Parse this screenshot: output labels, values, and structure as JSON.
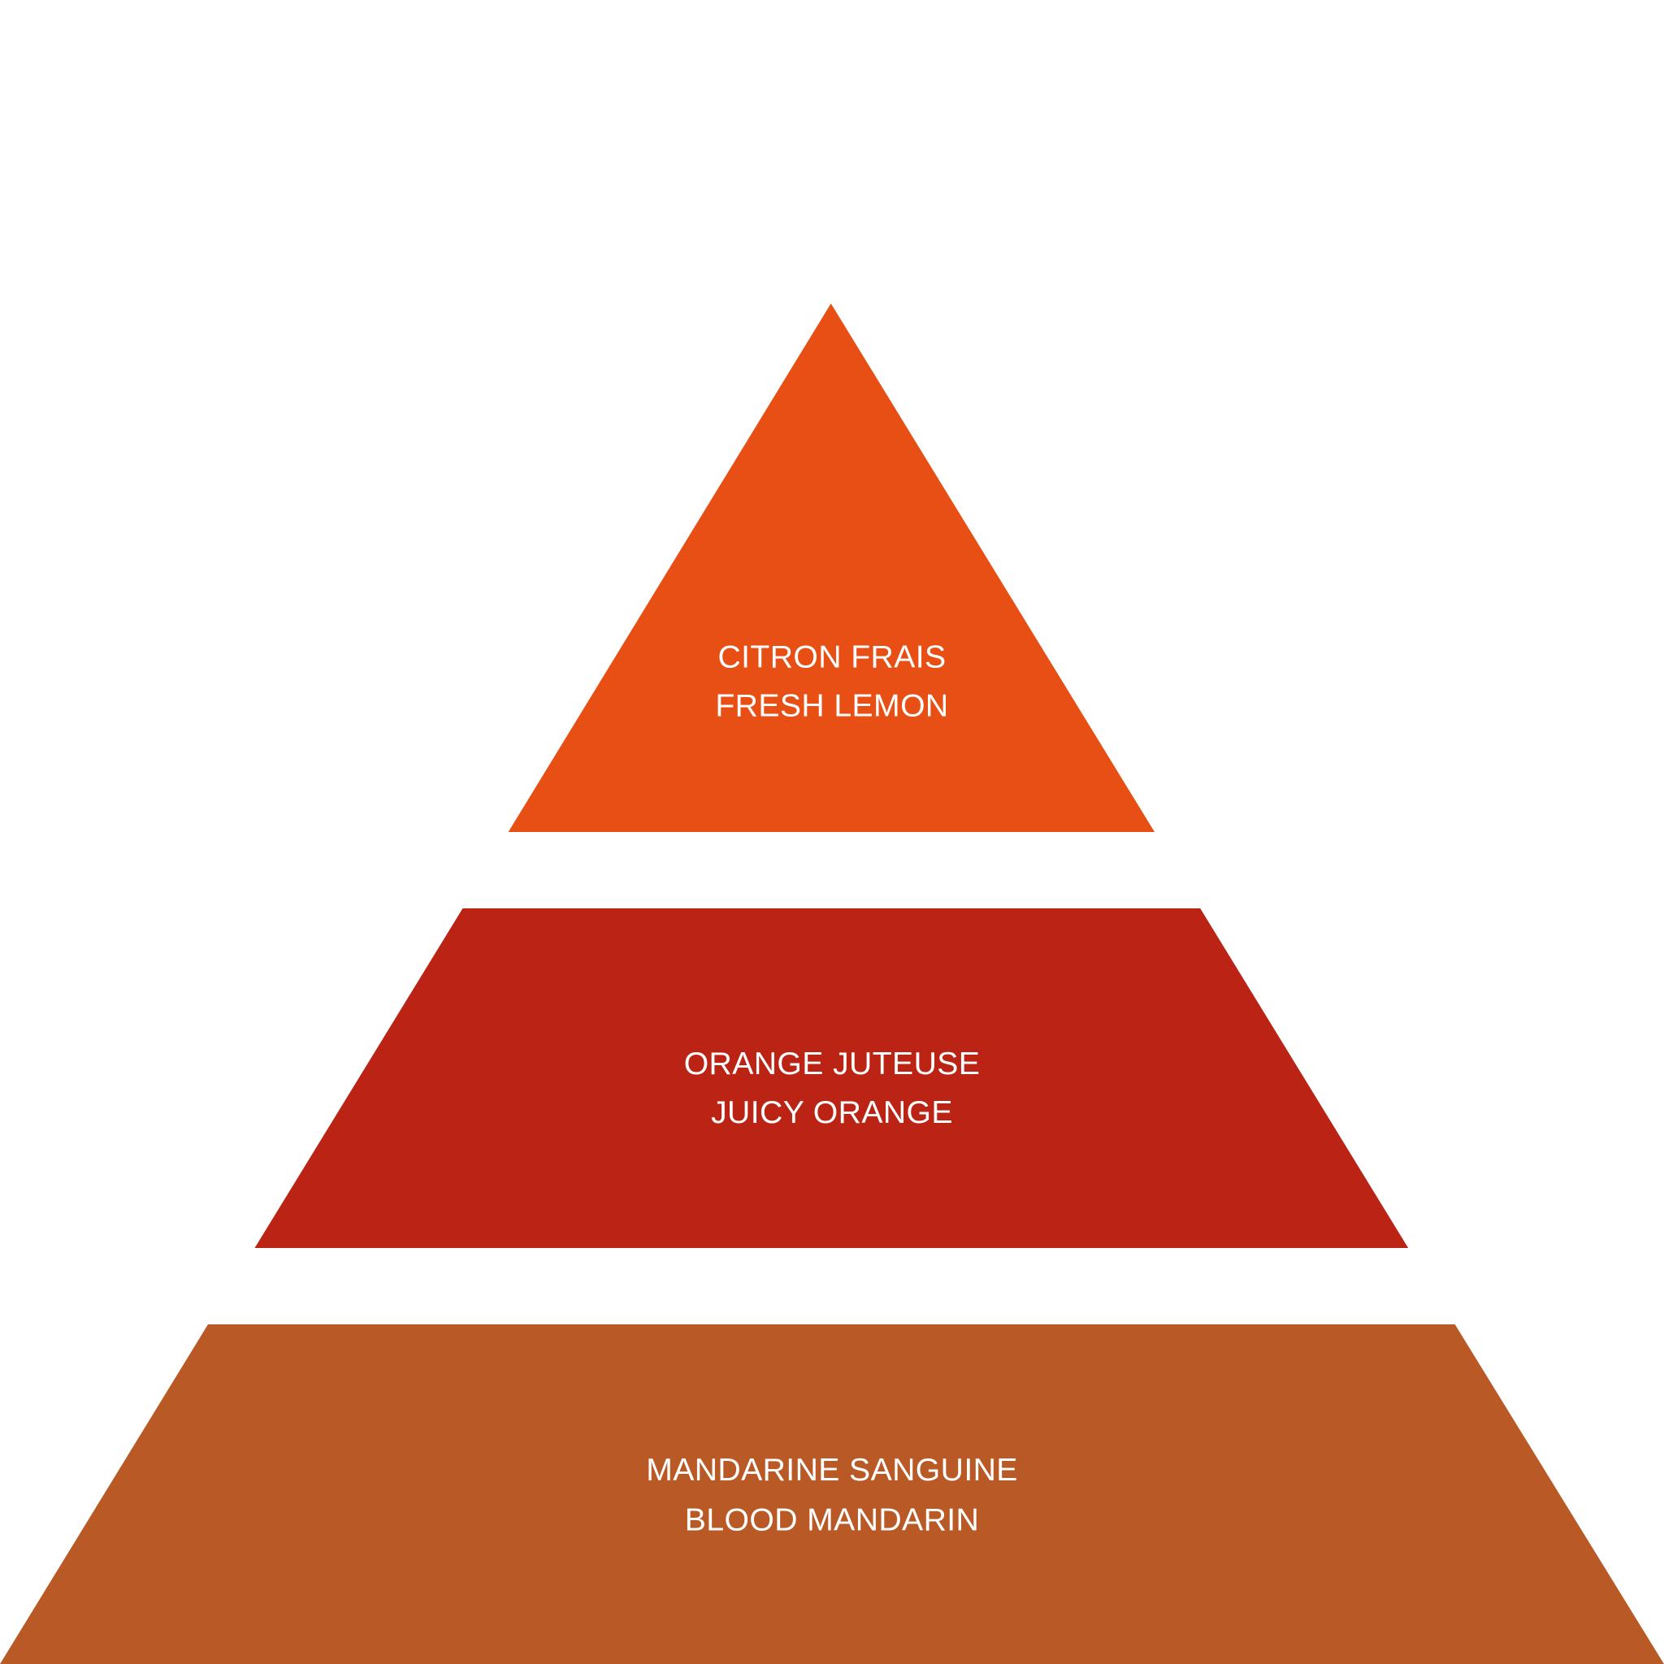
{
  "pyramid": {
    "tiers": [
      {
        "name": "top",
        "color": "#E84F14",
        "line1": "CITRON FRAIS",
        "line2": "FRESH LEMON"
      },
      {
        "name": "middle",
        "color": "#BB2414",
        "line1": "ORANGE JUTEUSE",
        "line2": "JUICY ORANGE"
      },
      {
        "name": "base",
        "color": "#B95926",
        "line1": "MANDARINE SANGUINE",
        "line2": "BLOOD MANDARIN"
      }
    ]
  }
}
